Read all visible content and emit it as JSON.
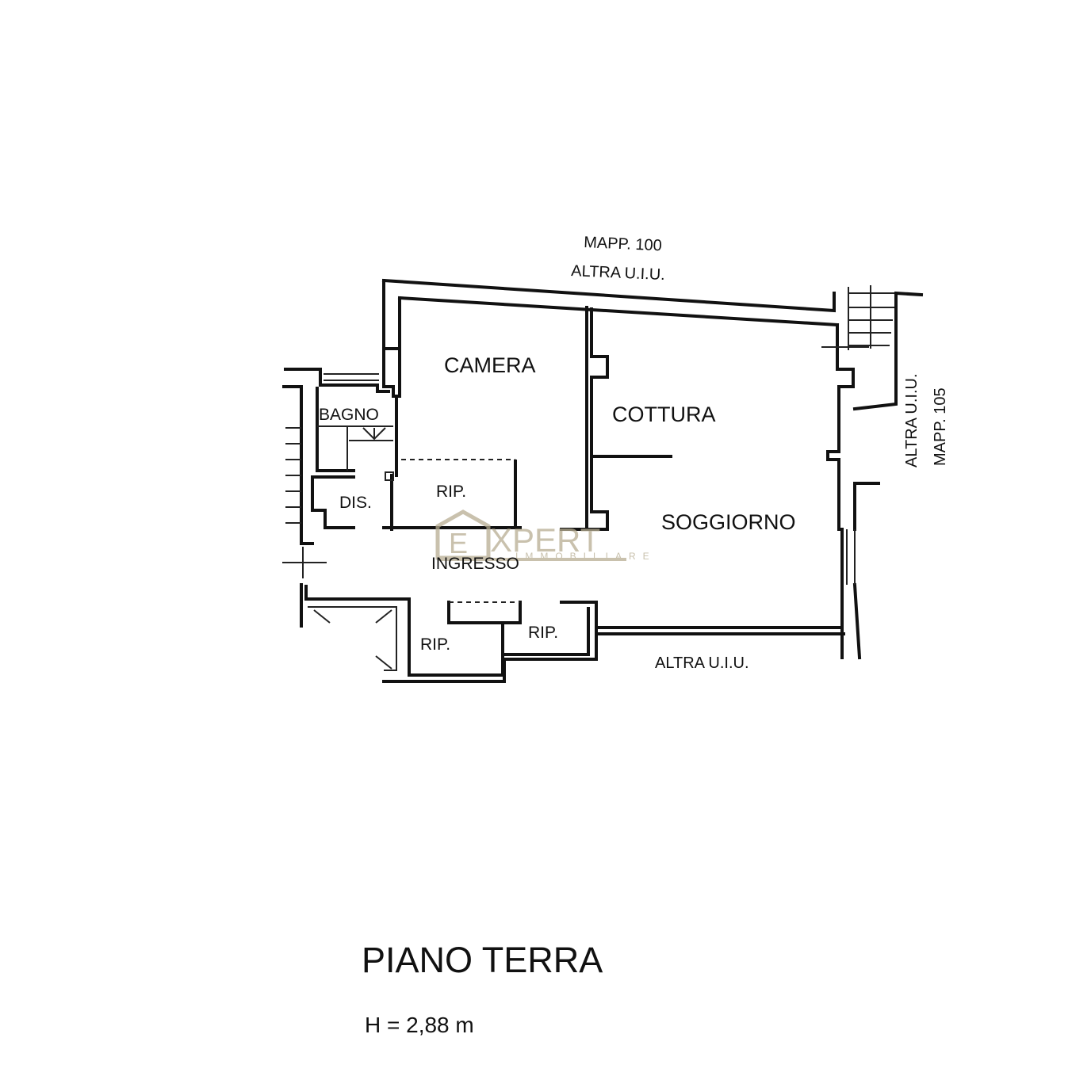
{
  "plan": {
    "neighbors": {
      "top_map": "MAPP. 100",
      "top_unit": "ALTRA U.I.U.",
      "right_unit": "ALTRA U.I.U.",
      "right_map": "MAPP. 105",
      "bottom_unit": "ALTRA U.I.U."
    },
    "rooms": {
      "camera": "CAMERA",
      "cottura": "COTTURA",
      "soggiorno": "SOGGIORNO",
      "bagno": "BAGNO",
      "dis": "DIS.",
      "rip_camera": "RIP.",
      "ingresso": "INGRESSO",
      "rip_bottom_left": "RIP.",
      "rip_bottom_right": "RIP."
    },
    "watermark": {
      "brand": "XPERT",
      "sub": "IMMOBILIARE",
      "color": "#b7ad92"
    }
  },
  "footer": {
    "title": "PIANO TERRA",
    "height": "H = 2,88 m"
  }
}
